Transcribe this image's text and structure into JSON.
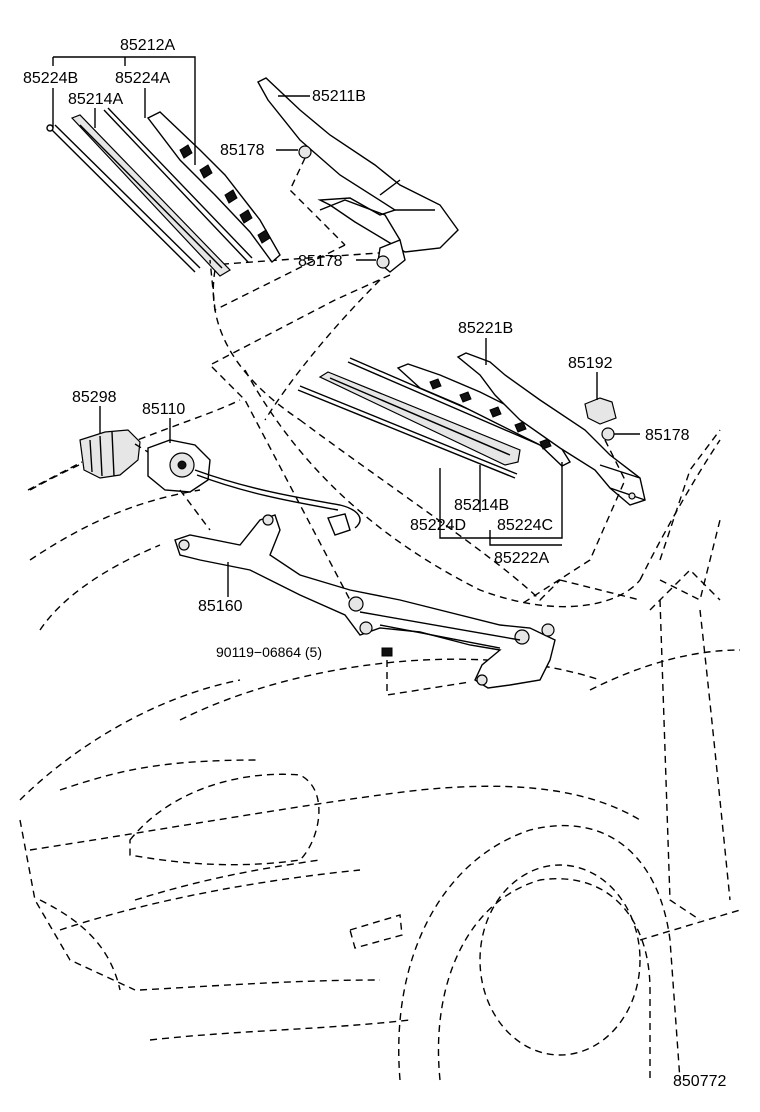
{
  "labels": {
    "p85212A": "85212A",
    "p85224B": "85224B",
    "p85224A": "85224A",
    "p85214A": "85214A",
    "p85211B": "85211B",
    "p85178_a": "85178",
    "p85178_b": "85178",
    "p85221B": "85221B",
    "p85192": "85192",
    "p85178_c": "85178",
    "p85298": "85298",
    "p85110": "85110",
    "p85214B": "85214B",
    "p85224D": "85224D",
    "p85224C": "85224C",
    "p85222A": "85222A",
    "p85160": "85160",
    "p90119": "90119−06864 (5)"
  },
  "figure_number": "850772"
}
